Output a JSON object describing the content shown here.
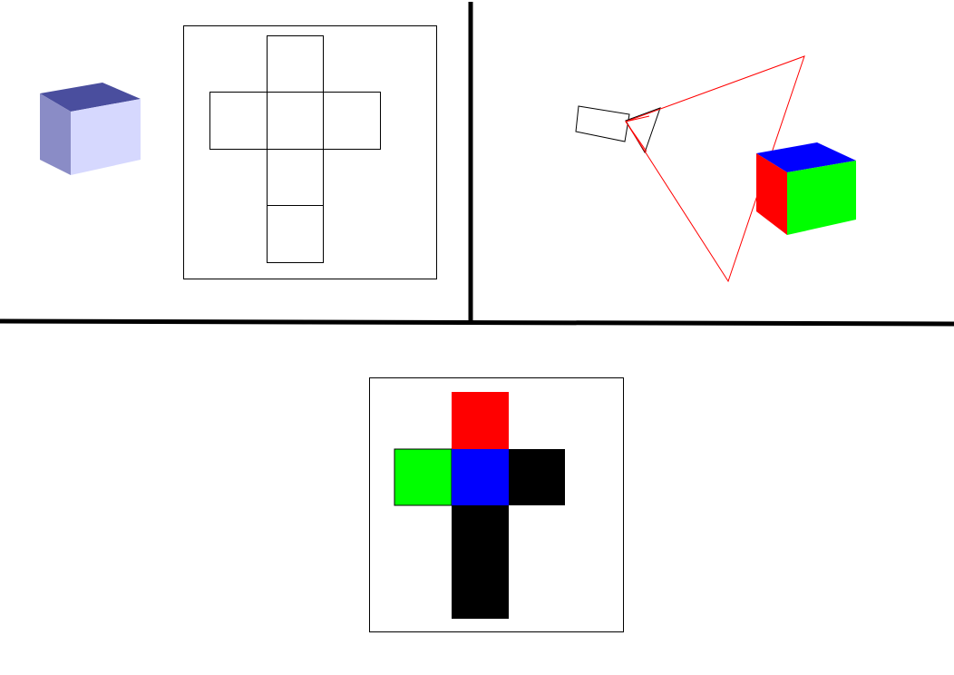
{
  "panels": {
    "top_left": {
      "cube_colors": {
        "top": "#4a4e9e",
        "left": "#8a8cc6",
        "front": "#d6d8fe"
      },
      "net_stroke": "#000000",
      "net_faces": [
        "top",
        "left",
        "center",
        "right",
        "below",
        "bottom"
      ]
    },
    "top_right": {
      "frustum_color": "#ff0000",
      "camera_stroke": "#000000",
      "cube_colors": {
        "top": "#0000ff",
        "left": "#ff0000",
        "front": "#00ff00"
      }
    },
    "bottom": {
      "net_faces": [
        {
          "face": "top",
          "color": "#ff0000"
        },
        {
          "face": "left",
          "color": "#00ff00"
        },
        {
          "face": "center",
          "color": "#0000ff"
        },
        {
          "face": "right",
          "color": "#000000"
        },
        {
          "face": "below",
          "color": "#000000"
        },
        {
          "face": "bottom",
          "color": "#000000"
        }
      ]
    }
  },
  "divider_color": "#000000"
}
